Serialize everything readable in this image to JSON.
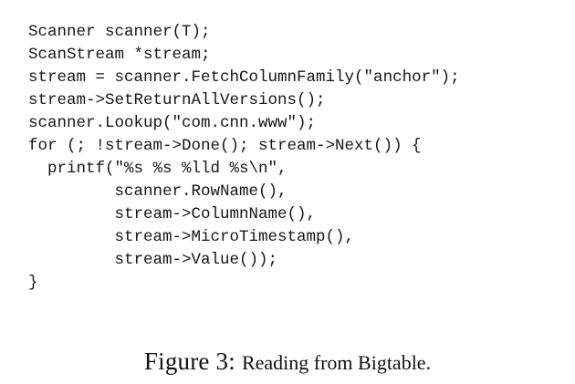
{
  "colors": {
    "background": "#ffffff",
    "code_text": "#161616",
    "caption_text": "#111111"
  },
  "code": {
    "language": "cpp",
    "lines": [
      "Scanner scanner(T);",
      "ScanStream *stream;",
      "stream = scanner.FetchColumnFamily(\"anchor\");",
      "stream->SetReturnAllVersions();",
      "scanner.Lookup(\"com.cnn.www\");",
      "for (; !stream->Done(); stream->Next()) {",
      "  printf(\"%s %s %lld %s\\n\",",
      "         scanner.RowName(),",
      "         stream->ColumnName(),",
      "         stream->MicroTimestamp(),",
      "         stream->Value());",
      "}"
    ]
  },
  "caption": {
    "label": "Figure 3:",
    "text": "Reading from Bigtable."
  }
}
